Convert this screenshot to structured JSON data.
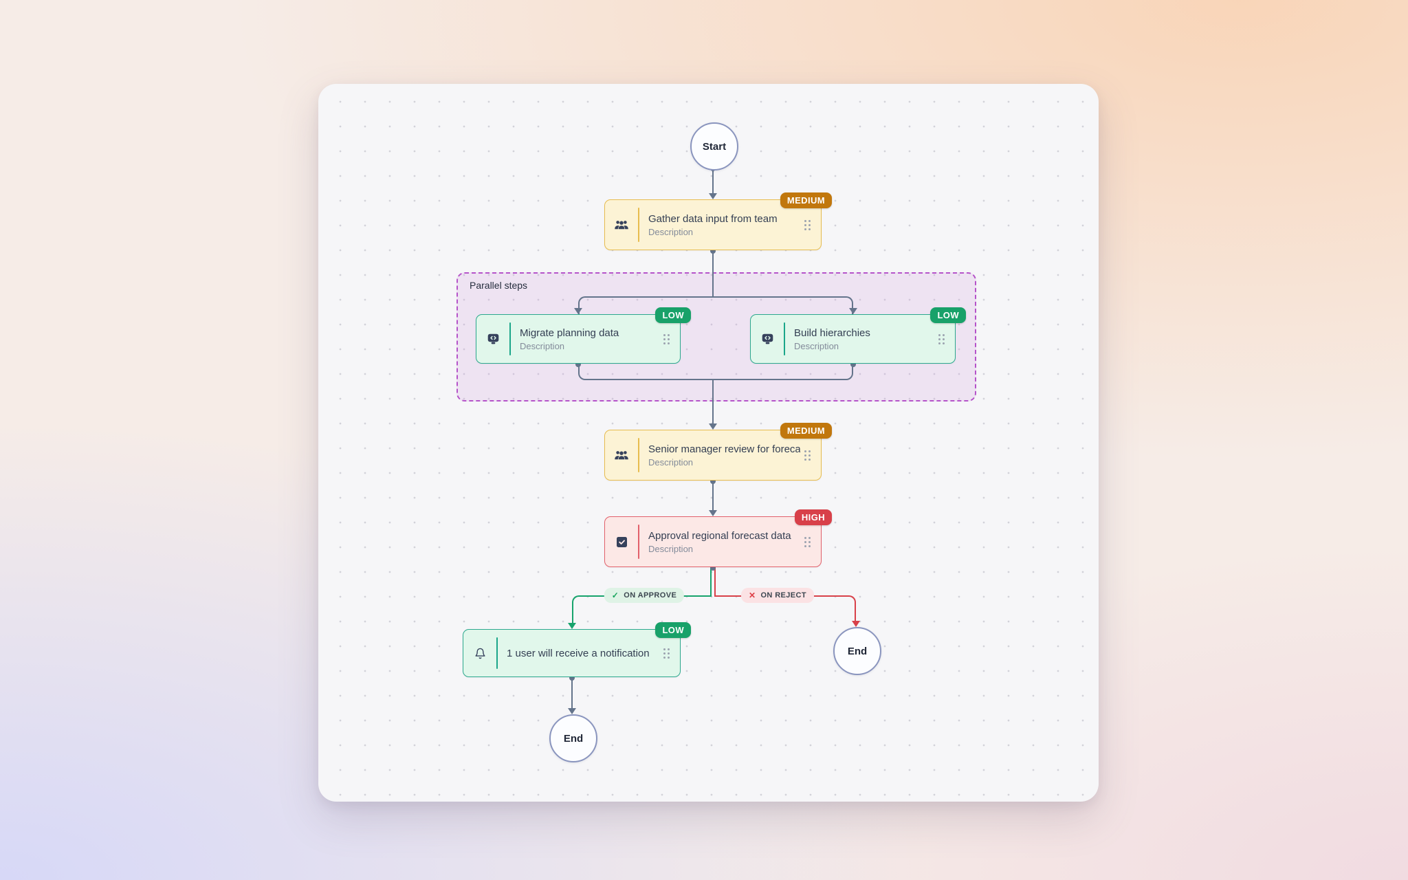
{
  "workflow": {
    "start_label": "Start",
    "parallel_group_label": "Parallel steps",
    "nodes": [
      {
        "title": "Gather data input from team",
        "description": "Description",
        "priority": "MEDIUM",
        "icon": "users-icon"
      },
      {
        "title": "Migrate planning data",
        "description": "Description",
        "priority": "LOW",
        "icon": "system-icon"
      },
      {
        "title": "Build hierarchies",
        "description": "Description",
        "priority": "LOW",
        "icon": "system-icon"
      },
      {
        "title": "Senior manager review for foreca...",
        "description": "Description",
        "priority": "MEDIUM",
        "icon": "users-icon"
      },
      {
        "title": "Approval regional forecast data",
        "description": "Description",
        "priority": "HIGH",
        "icon": "approval-icon"
      },
      {
        "title": "1 user will receive a notification",
        "priority": "LOW",
        "icon": "bell-icon"
      }
    ],
    "branches": {
      "approve_label": "ON APPROVE",
      "reject_label": "ON REJECT",
      "approve_icon": "✓",
      "reject_icon": "✕"
    },
    "end_labels": {
      "approve_path": "End",
      "reject_path": "End"
    },
    "colors": {
      "priority_low": "#18A169",
      "priority_medium": "#C1770D",
      "priority_high": "#D84049",
      "edge": "#64748B",
      "edge_approve": "#17A36C",
      "edge_reject": "#D84049",
      "parallel_border": "#B553C9",
      "canvas_bg": "#F6F6F8"
    }
  }
}
